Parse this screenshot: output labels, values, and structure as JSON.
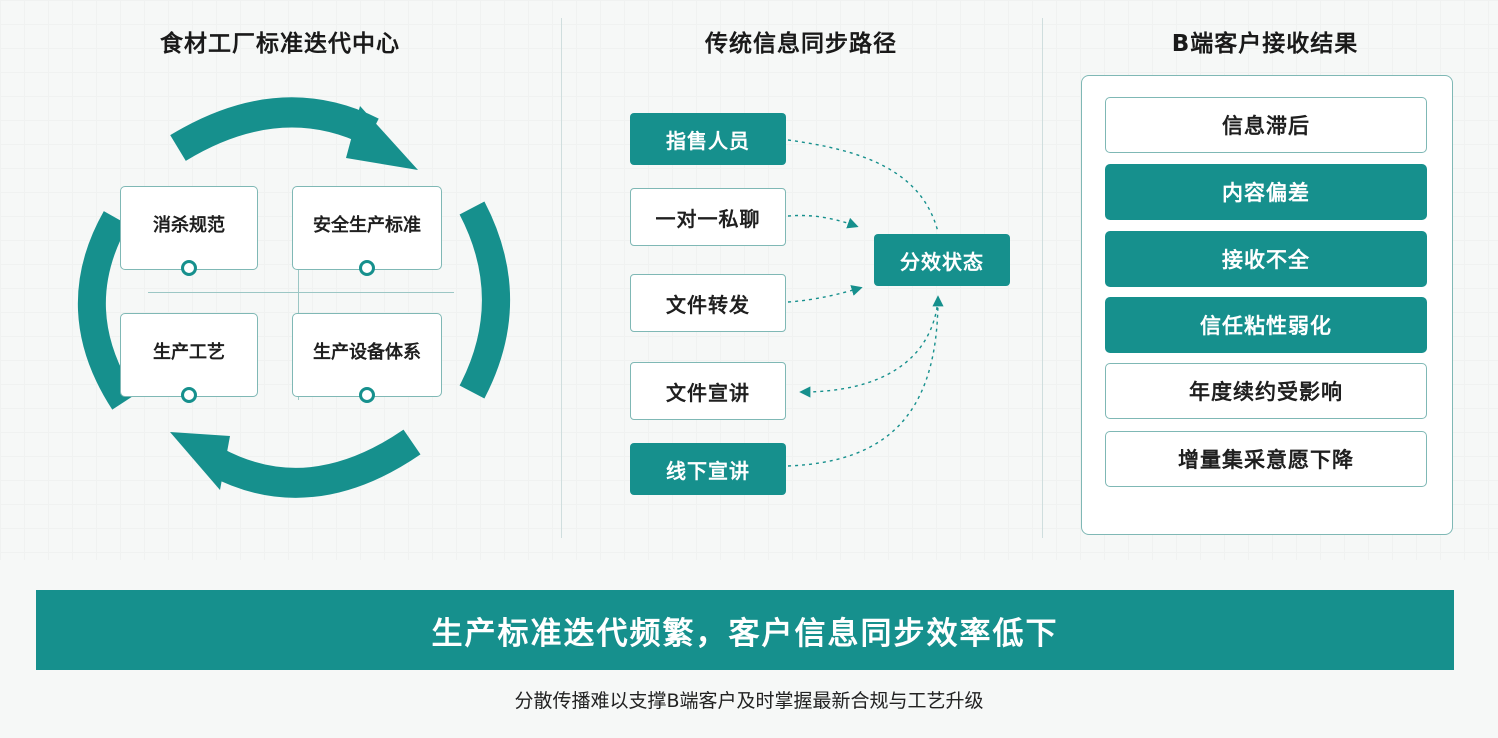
{
  "colors": {
    "teal": "#16908d",
    "border": "#7fb8b5",
    "background": "#f6f8f7"
  },
  "panel1": {
    "title": "食材工厂标准迭代中心",
    "boxes": [
      "消杀规范",
      "安全生产标准",
      "生产工艺",
      "生产设备体系"
    ]
  },
  "panel2": {
    "title": "传统信息同步路径",
    "channels": [
      "指售人员",
      "一对一私聊",
      "文件转发",
      "文件宣讲",
      "线下宣讲"
    ],
    "hub": "分效状态"
  },
  "panel3": {
    "title": "B端客户接收结果",
    "results": [
      "信息滞后",
      "内容偏差",
      "接收不全",
      "信任粘性弱化",
      "年度续约受影响",
      "增量集采意愿下降"
    ]
  },
  "banner": "生产标准迭代频繁，客户信息同步效率低下",
  "subtitle": "分散传播难以支撑B端客户及时掌握最新合规与工艺升级"
}
